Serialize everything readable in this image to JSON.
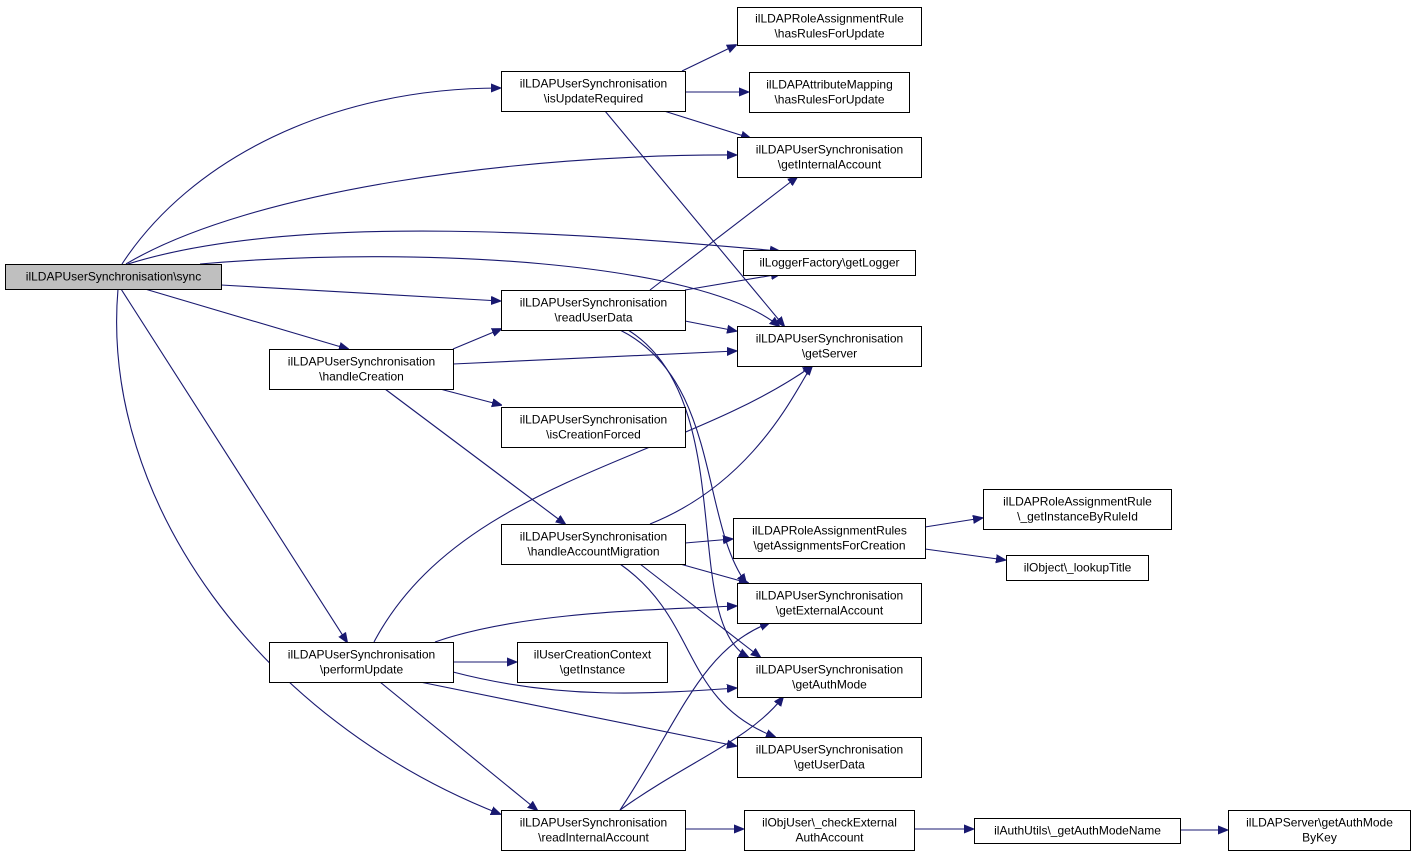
{
  "diagram": {
    "edge_color": "#191970",
    "root_fill": "#bfbfbf",
    "nodes": [
      {
        "id": "sync",
        "lines": [
          "ilLDAPUserSynchronisation\\sync"
        ],
        "root": true
      },
      {
        "id": "isUpdateRequired",
        "lines": [
          "ilLDAPUserSynchronisation",
          "\\isUpdateRequired"
        ]
      },
      {
        "id": "readUserData",
        "lines": [
          "ilLDAPUserSynchronisation",
          "\\readUserData"
        ]
      },
      {
        "id": "handleCreation",
        "lines": [
          "ilLDAPUserSynchronisation",
          "\\handleCreation"
        ]
      },
      {
        "id": "isCreationForced",
        "lines": [
          "ilLDAPUserSynchronisation",
          "\\isCreationForced"
        ]
      },
      {
        "id": "handleAccountMigration",
        "lines": [
          "ilLDAPUserSynchronisation",
          "\\handleAccountMigration"
        ]
      },
      {
        "id": "performUpdate",
        "lines": [
          "ilLDAPUserSynchronisation",
          "\\performUpdate"
        ]
      },
      {
        "id": "creationContext",
        "lines": [
          "ilUserCreationContext",
          "\\getInstance"
        ]
      },
      {
        "id": "readInternalAccount",
        "lines": [
          "ilLDAPUserSynchronisation",
          "\\readInternalAccount"
        ]
      },
      {
        "id": "roleRuleHasRules",
        "lines": [
          "ilLDAPRoleAssignmentRule",
          "\\hasRulesForUpdate"
        ]
      },
      {
        "id": "attrMapping",
        "lines": [
          "ilLDAPAttributeMapping",
          "\\hasRulesForUpdate"
        ]
      },
      {
        "id": "getInternalAccount",
        "lines": [
          "ilLDAPUserSynchronisation",
          "\\getInternalAccount"
        ]
      },
      {
        "id": "getLogger",
        "lines": [
          "ilLoggerFactory\\getLogger"
        ]
      },
      {
        "id": "getServer",
        "lines": [
          "ilLDAPUserSynchronisation",
          "\\getServer"
        ]
      },
      {
        "id": "getAssignments",
        "lines": [
          "ilLDAPRoleAssignmentRules",
          "\\getAssignmentsForCreation"
        ]
      },
      {
        "id": "getExternalAccount",
        "lines": [
          "ilLDAPUserSynchronisation",
          "\\getExternalAccount"
        ]
      },
      {
        "id": "getAuthMode",
        "lines": [
          "ilLDAPUserSynchronisation",
          "\\getAuthMode"
        ]
      },
      {
        "id": "getUserData",
        "lines": [
          "ilLDAPUserSynchronisation",
          "\\getUserData"
        ]
      },
      {
        "id": "checkExternal",
        "lines": [
          "ilObjUser\\_checkExternal",
          "AuthAccount"
        ]
      },
      {
        "id": "instanceByRuleId",
        "lines": [
          "ilLDAPRoleAssignmentRule",
          "\\_getInstanceByRuleId"
        ]
      },
      {
        "id": "lookupTitle",
        "lines": [
          "ilObject\\_lookupTitle"
        ]
      },
      {
        "id": "authModeName",
        "lines": [
          "ilAuthUtils\\_getAuthModeName"
        ]
      },
      {
        "id": "authModeByKey",
        "lines": [
          "ilLDAPServer\\getAuthMode",
          "ByKey"
        ]
      }
    ],
    "edges": [
      {
        "from": "sync",
        "to": "isUpdateRequired"
      },
      {
        "from": "sync",
        "to": "getInternalAccount"
      },
      {
        "from": "sync",
        "to": "getLogger"
      },
      {
        "from": "sync",
        "to": "getServer"
      },
      {
        "from": "sync",
        "to": "readUserData"
      },
      {
        "from": "sync",
        "to": "handleCreation"
      },
      {
        "from": "sync",
        "to": "performUpdate"
      },
      {
        "from": "sync",
        "to": "readInternalAccount"
      },
      {
        "from": "isUpdateRequired",
        "to": "roleRuleHasRules"
      },
      {
        "from": "isUpdateRequired",
        "to": "attrMapping"
      },
      {
        "from": "isUpdateRequired",
        "to": "getInternalAccount"
      },
      {
        "from": "isUpdateRequired",
        "to": "getServer"
      },
      {
        "from": "readUserData",
        "to": "getLogger"
      },
      {
        "from": "readUserData",
        "to": "getInternalAccount"
      },
      {
        "from": "readUserData",
        "to": "getServer"
      },
      {
        "from": "readUserData",
        "to": "getExternalAccount"
      },
      {
        "from": "readUserData",
        "to": "getAuthMode"
      },
      {
        "from": "handleCreation",
        "to": "readUserData"
      },
      {
        "from": "handleCreation",
        "to": "getServer"
      },
      {
        "from": "handleCreation",
        "to": "isCreationForced"
      },
      {
        "from": "handleCreation",
        "to": "handleAccountMigration"
      },
      {
        "from": "handleAccountMigration",
        "to": "getServer"
      },
      {
        "from": "handleAccountMigration",
        "to": "getAssignments"
      },
      {
        "from": "handleAccountMigration",
        "to": "getExternalAccount"
      },
      {
        "from": "handleAccountMigration",
        "to": "getAuthMode"
      },
      {
        "from": "handleAccountMigration",
        "to": "getUserData"
      },
      {
        "from": "getAssignments",
        "to": "instanceByRuleId"
      },
      {
        "from": "getAssignments",
        "to": "lookupTitle"
      },
      {
        "from": "performUpdate",
        "to": "getServer"
      },
      {
        "from": "performUpdate",
        "to": "getExternalAccount"
      },
      {
        "from": "performUpdate",
        "to": "creationContext"
      },
      {
        "from": "performUpdate",
        "to": "getAuthMode"
      },
      {
        "from": "performUpdate",
        "to": "getUserData"
      },
      {
        "from": "performUpdate",
        "to": "readInternalAccount"
      },
      {
        "from": "readInternalAccount",
        "to": "getExternalAccount"
      },
      {
        "from": "readInternalAccount",
        "to": "getAuthMode"
      },
      {
        "from": "readInternalAccount",
        "to": "checkExternal"
      },
      {
        "from": "checkExternal",
        "to": "authModeName"
      },
      {
        "from": "authModeName",
        "to": "authModeByKey"
      }
    ]
  }
}
